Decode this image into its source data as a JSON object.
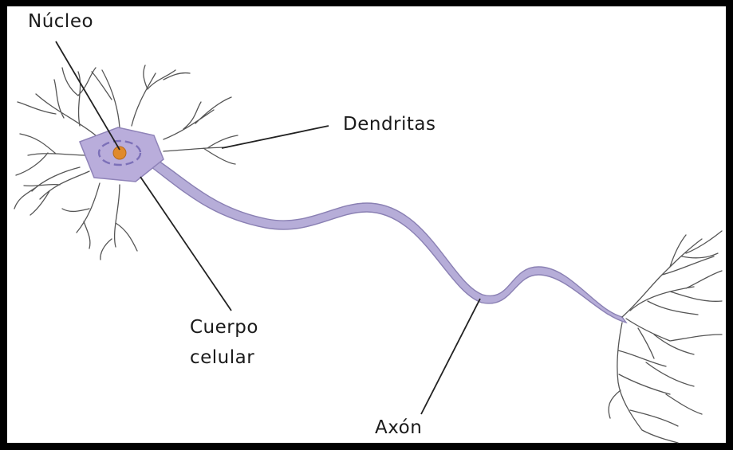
{
  "labels": {
    "nucleus": "Núcleo",
    "dendrites": "Dendritas",
    "cell_body_line1": "Cuerpo",
    "cell_body_line2": "celular",
    "axon": "Axón"
  },
  "colors": {
    "frame": "#000000",
    "cell_body": "#b9addb",
    "cell_body_outline": "#8f83b8",
    "axon": "#b6add8",
    "axon_outline": "#8a80b3",
    "nucleus": "#e08a2c",
    "nucleus_ring": "#7c70b8",
    "dendrite_stroke": "#555555",
    "leader_line": "#222222",
    "text": "#1a1a1a"
  }
}
